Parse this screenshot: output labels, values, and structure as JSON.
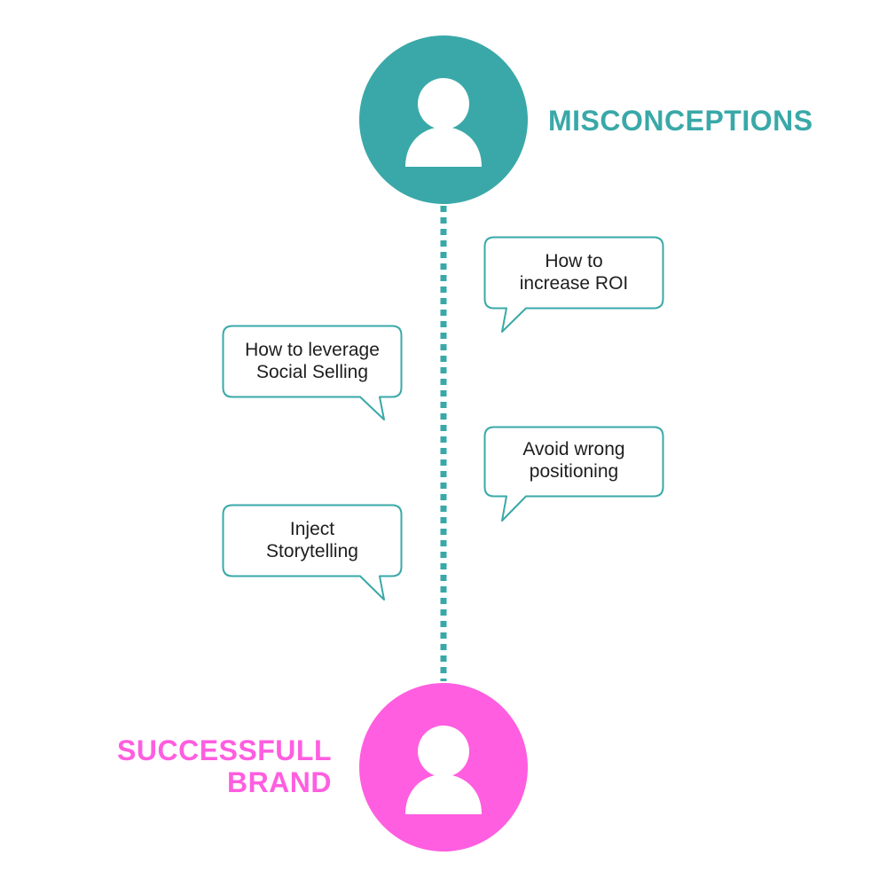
{
  "colors": {
    "top_node": "#3aa8a8",
    "bottom_node": "#ff5ee0",
    "bubble_border": "#3aa8a8",
    "connector": "#3aa8a8",
    "text": "#1e1e1e"
  },
  "top_node": {
    "label": "MISCONCEPTIONS",
    "icon": "person-icon"
  },
  "bottom_node": {
    "label": "SUCCESSFULL\nBRAND",
    "icon": "person-icon"
  },
  "bubbles": [
    {
      "text": "How to\nincrease ROI",
      "tail": "left"
    },
    {
      "text": "How to leverage\nSocial Selling",
      "tail": "right"
    },
    {
      "text": "Avoid wrong\npositioning",
      "tail": "left"
    },
    {
      "text": "Inject\nStorytelling",
      "tail": "right"
    }
  ]
}
